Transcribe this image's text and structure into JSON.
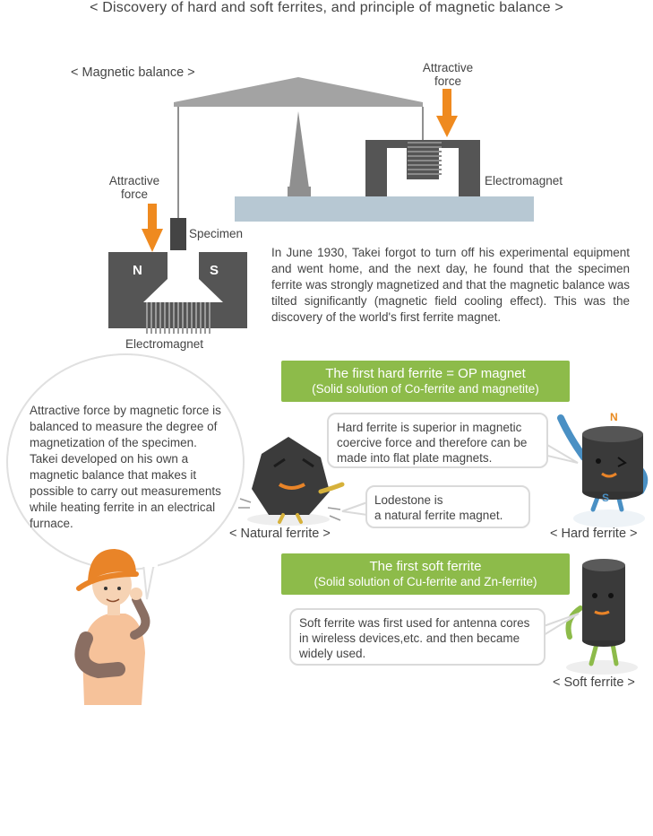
{
  "title": "< Discovery of hard and soft ferrites, and principle of magnetic balance >",
  "balance": {
    "label": "< Magnetic balance >",
    "attractive_force_right": [
      "Attractive",
      "force"
    ],
    "attractive_force_left": [
      "Attractive",
      "force"
    ],
    "electromagnet_right": "Electromagnet",
    "electromagnet_left": "Electromagnet",
    "specimen": "Specimen",
    "pole_n": "N",
    "pole_s": "S"
  },
  "story": "In June 1930, Takei forgot to turn off his experimental equipment and went home, and the next day, he found that the specimen ferrite was strongly magnetized and that the magnetic balance was tilted significantly (magnetic field cooling effect). This was the discovery of the world's first ferrite magnet.",
  "speech": "Attractive force by magnetic force is balanced to measure the degree of magnetization of the specimen. Takei developed on his own a magnetic balance that makes it possible to carry out measurements while heating ferrite in an electrical furnace.",
  "hard_banner": {
    "line1": "The first hard ferrite = OP magnet",
    "line2": "(Solid solution of Co-ferrite and magnetite)"
  },
  "hard_box": "Hard ferrite is superior in magnetic coercive force and therefore can be made into flat plate magnets.",
  "lodestone_box": [
    "Lodestone is",
    "a natural ferrite magnet."
  ],
  "natural_caption": "< Natural ferrite >",
  "hard_caption": "< Hard ferrite >",
  "hard_poles": {
    "n": "N",
    "s": "S"
  },
  "soft_banner": {
    "line1": "The first soft ferrite",
    "line2": "(Solid solution of Cu-ferrite and Zn-ferrite)"
  },
  "soft_box": "Soft ferrite was first used for antenna cores in wireless devices,etc. and then became widely used.",
  "soft_caption": "< Soft ferrite >",
  "colors": {
    "magnet_gray": "#555555",
    "arrow_orange": "#ef8a1f",
    "banner_green": "#8dbb4a",
    "base_blue": "#b7c8d3",
    "beam_gray": "#9a9a9a",
    "box_border": "#dadada"
  }
}
